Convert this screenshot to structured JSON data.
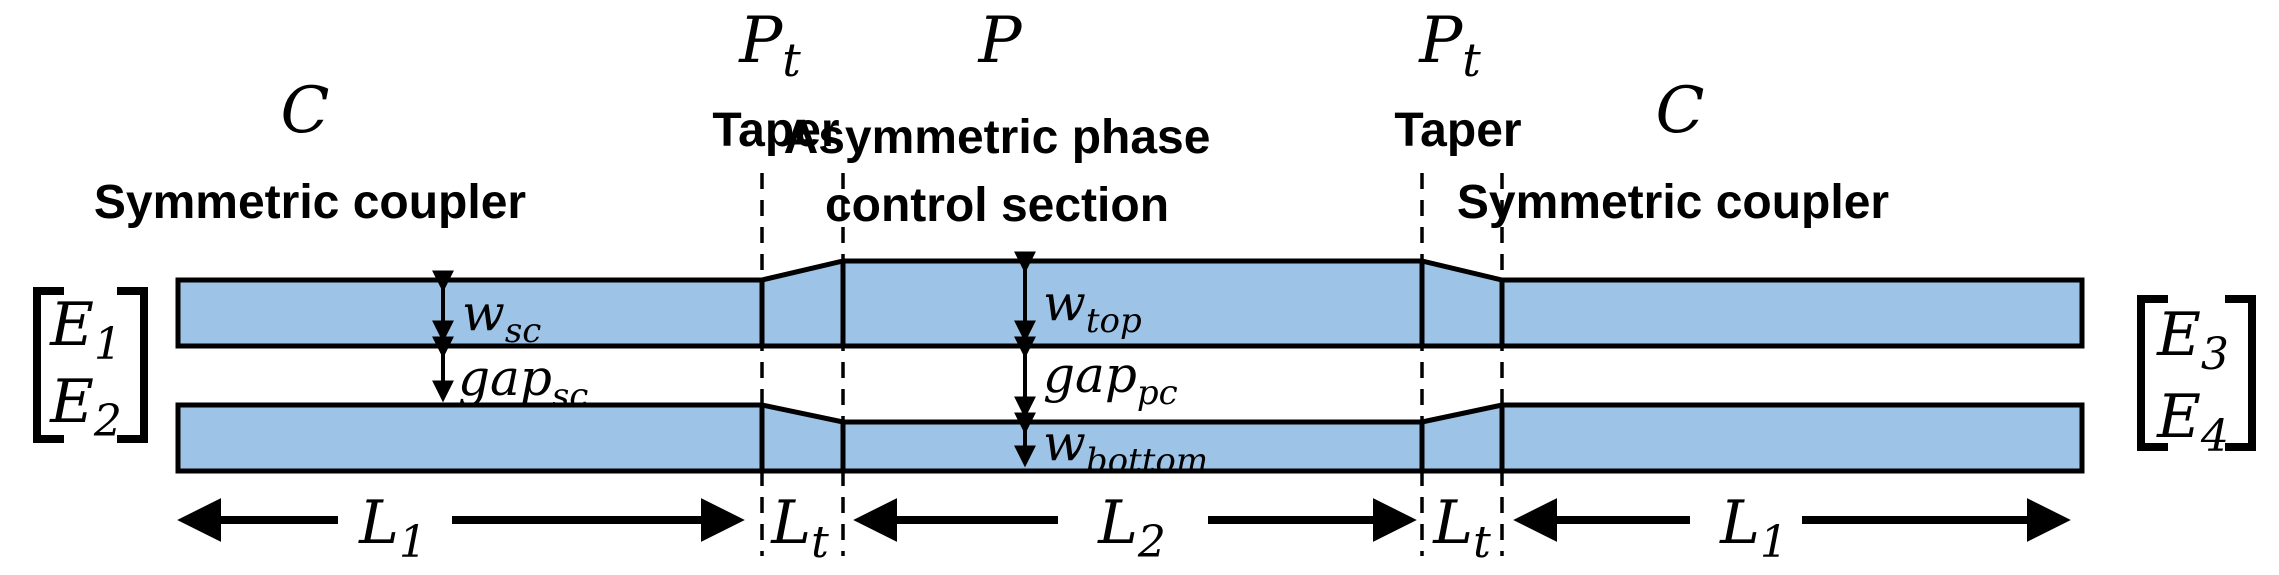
{
  "colors": {
    "waveguide_fill": "#9DC3E6",
    "outline": "#000000",
    "background": "#FFFFFF"
  },
  "sections": {
    "coupler_left": {
      "symbol": "C",
      "label": "Symmetric coupler"
    },
    "taper_left": {
      "symbol": "P",
      "symbol_sub": "t",
      "label": "Taper"
    },
    "phase_control": {
      "symbol": "P",
      "label_line1": "Asymmetric phase",
      "label_line2": "control section"
    },
    "taper_right": {
      "symbol": "P",
      "symbol_sub": "t",
      "label": "Taper"
    },
    "coupler_right": {
      "symbol": "C",
      "label": "Symmetric coupler"
    }
  },
  "ports": {
    "input": {
      "e1": {
        "main": "E",
        "sub": "1"
      },
      "e2": {
        "main": "E",
        "sub": "2"
      }
    },
    "output": {
      "e3": {
        "main": "E",
        "sub": "3"
      },
      "e4": {
        "main": "E",
        "sub": "4"
      }
    }
  },
  "dimensions": {
    "w_sc": {
      "main": "w",
      "sub": "sc"
    },
    "gap_sc": {
      "main": "gap",
      "sub": "sc"
    },
    "w_top": {
      "main": "w",
      "sub": "top"
    },
    "gap_pc": {
      "main": "gap",
      "sub": "pc"
    },
    "w_bottom": {
      "main": "w",
      "sub": "bottom"
    }
  },
  "lengths": {
    "l1_left": {
      "main": "L",
      "sub": "1"
    },
    "lt_left": {
      "main": "L",
      "sub": "t"
    },
    "l2": {
      "main": "L",
      "sub": "2"
    },
    "lt_right": {
      "main": "L",
      "sub": "t"
    },
    "l1_right": {
      "main": "L",
      "sub": "1"
    }
  }
}
